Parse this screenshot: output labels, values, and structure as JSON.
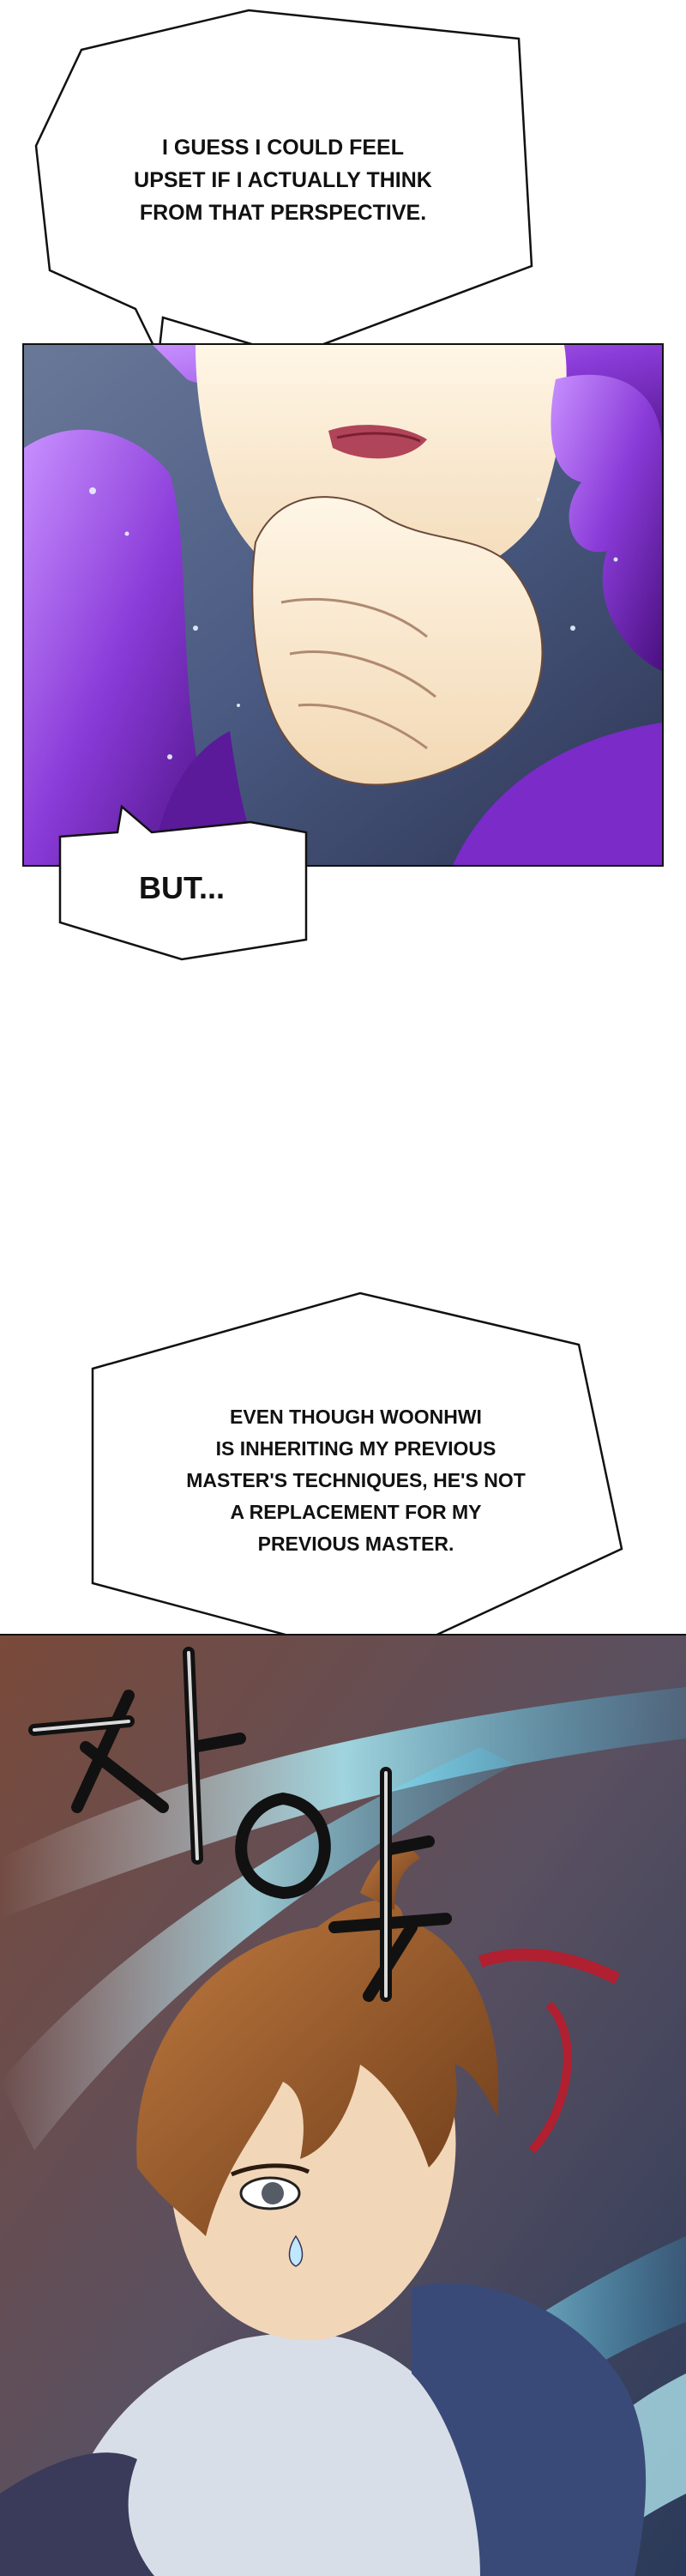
{
  "bubbles": [
    {
      "id": "bubble-1",
      "text": "I GUESS I COULD FEEL\nUPSET IF I ACTUALLY THINK\nFROM THAT PERSPECTIVE."
    },
    {
      "id": "bubble-2",
      "text": "BUT..."
    },
    {
      "id": "bubble-3",
      "text": "EVEN THOUGH WOONHWI\nIS INHERITING MY PREVIOUS\nMASTER'S TECHNIQUES, HE'S NOT\nA REPLACEMENT FOR MY\nPREVIOUS MASTER."
    }
  ],
  "sfx": {
    "text": "차앗"
  },
  "colors": {
    "hair_purple": "#8a3bd8",
    "skin": "#f6e4c8",
    "night_blue": "#4a5a82",
    "energy_cyan": "#7fe9ff",
    "hair_brown": "#9a5a2a"
  }
}
